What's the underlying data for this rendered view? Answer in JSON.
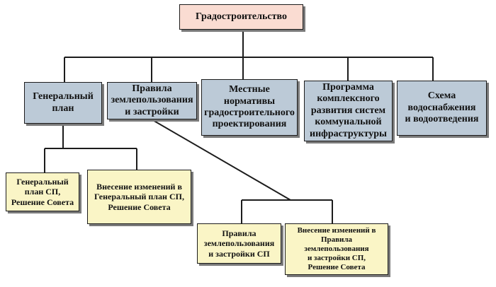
{
  "root": {
    "label": "Градостроительство"
  },
  "categories": [
    {
      "label": "Генеральный\nплан"
    },
    {
      "label": "Правила\nземлепользования\nи застройки"
    },
    {
      "label": "Местные\nнормативы\nградостроительного\nпроектирования"
    },
    {
      "label": "Программа\nкомплексного\nразвития систем\nкоммунальной\nинфраструктуры"
    },
    {
      "label": "Схема\nводоснабжения\nи водоотведения"
    }
  ],
  "genplan_children": [
    {
      "label": "Генеральный\nплан СП,\nРешение Совета"
    },
    {
      "label": "Внесение изменений в\nГенеральный план СП,\nРешение Совета"
    }
  ],
  "pzz_children": [
    {
      "label": "Правила\nземлепользования\nи застройки СП"
    },
    {
      "label": "Внесение изменений в\nПравила землепользования\nи застройки СП,\nРешение Совета"
    }
  ]
}
